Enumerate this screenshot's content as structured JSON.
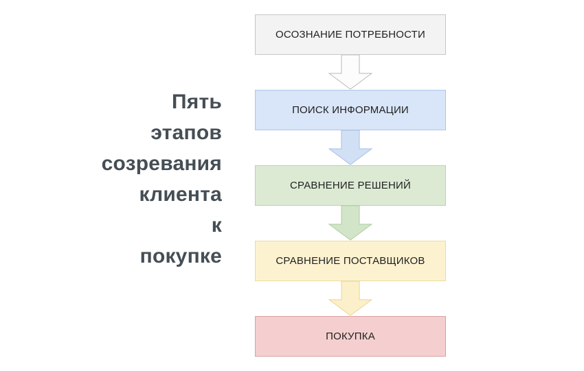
{
  "canvas": {
    "background": "#ffffff"
  },
  "title": {
    "text": "Пять этапов созревания клиента к покупке",
    "lines": [
      "Пять",
      "этапов",
      "созревания",
      "клиента",
      "к",
      "покупке"
    ],
    "color": "#454e55"
  },
  "flowchart": {
    "label_color": "#1f1f1f",
    "stages": [
      {
        "label": "ОСОЗНАНИЕ ПОТРЕБНОСТИ",
        "fill": "#f3f3f3",
        "border": "#c6c6c6",
        "arrow_fill": "#fcfcfc",
        "arrow_border": "#b9b9b9"
      },
      {
        "label": "ПОИСК ИНФОРМАЦИИ",
        "fill": "#d9e5f8",
        "border": "#b0c5e8",
        "arrow_fill": "#d2e0f6",
        "arrow_border": "#a6bfe4"
      },
      {
        "label": "СРАВНЕНИЕ РЕШЕНИЙ",
        "fill": "#dcead4",
        "border": "#b7d2ab",
        "arrow_fill": "#d3e5c9",
        "arrow_border": "#aecb9f"
      },
      {
        "label": "СРАВНЕНИЕ ПОСТАВЩИКОВ",
        "fill": "#fdf2d0",
        "border": "#eddaa1",
        "arrow_fill": "#fbf0c9",
        "arrow_border": "#e9d494"
      },
      {
        "label": "ПОКУПКА",
        "fill": "#f5cfcf",
        "border": "#d99f9f",
        "arrow_fill": null,
        "arrow_border": null
      }
    ]
  }
}
